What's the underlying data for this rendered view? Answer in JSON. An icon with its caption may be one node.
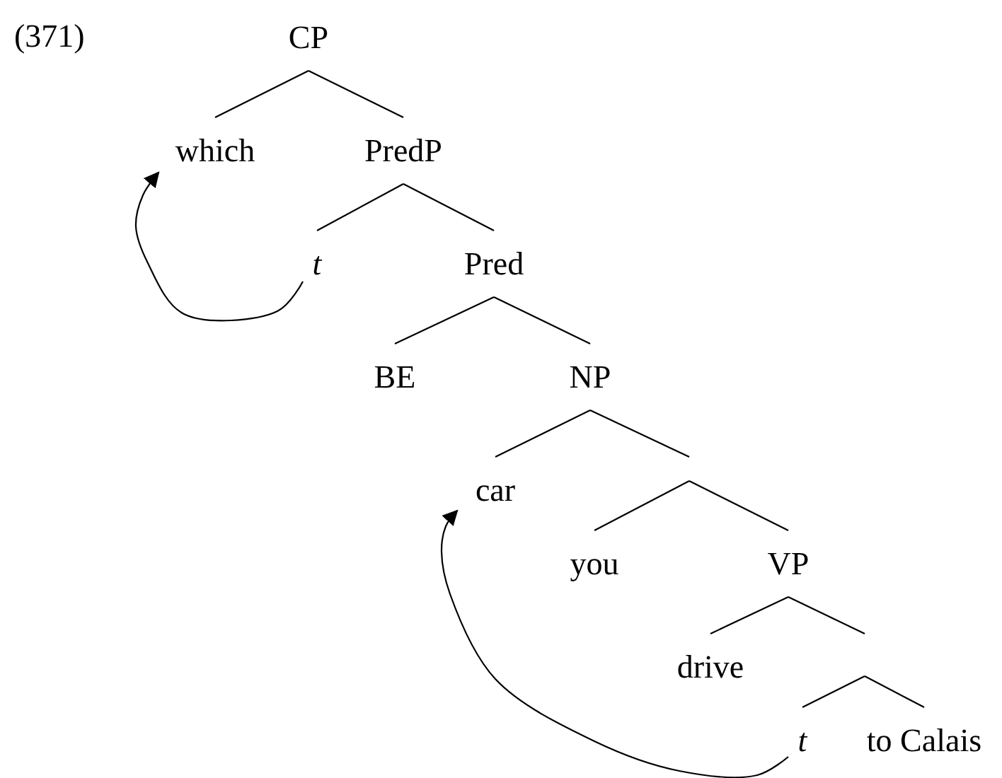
{
  "diagram": {
    "nodes": [
      {
        "text": [
          "CP"
        ]
      },
      {
        "text": [
          "which"
        ]
      },
      {
        "text": [
          "PredP"
        ]
      },
      {
        "text": [
          "t"
        ]
      },
      {
        "text": [
          "Pred"
        ]
      },
      {
        "text": [
          "BE"
        ]
      },
      {
        "text": [
          "NP"
        ]
      },
      {
        "text": [
          "car"
        ]
      },
      {
        "text": [
          "you"
        ]
      },
      {
        "text": [
          "VP"
        ]
      },
      {
        "text": [
          "drive"
        ]
      },
      {
        "text": [
          "t"
        ]
      },
      {
        "text": [
          "to Calais"
        ]
      }
    ],
    "edges": [
      {
        "from": 0,
        "to": 1,
        "arrow": "none"
      },
      {
        "from": 0,
        "to": 2,
        "arrow": "none"
      },
      {
        "from": 2,
        "to": 3,
        "arrow": "none"
      },
      {
        "from": 2,
        "to": 4,
        "arrow": "none"
      },
      {
        "from": 4,
        "to": 5,
        "arrow": "none"
      },
      {
        "from": 4,
        "to": 6,
        "arrow": "none"
      },
      {
        "from": 6,
        "to": 7,
        "arrow": "none"
      },
      {
        "from": 6,
        "to": null,
        "arrow": "none"
      },
      {
        "from": null,
        "to": 8,
        "arrow": "none"
      },
      {
        "from": null,
        "to": 9,
        "arrow": "none"
      },
      {
        "from": 9,
        "to": 10,
        "arrow": "none"
      },
      {
        "from": 9,
        "to": null,
        "arrow": "none"
      },
      {
        "from": null,
        "to": 11,
        "arrow": "none"
      },
      {
        "from": null,
        "to": 12,
        "arrow": "none"
      },
      {
        "from": 3,
        "to": 1,
        "arrow": "to"
      },
      {
        "from": 11,
        "to": 7,
        "arrow": "to"
      }
    ],
    "labels": [
      "(371)"
    ]
  }
}
